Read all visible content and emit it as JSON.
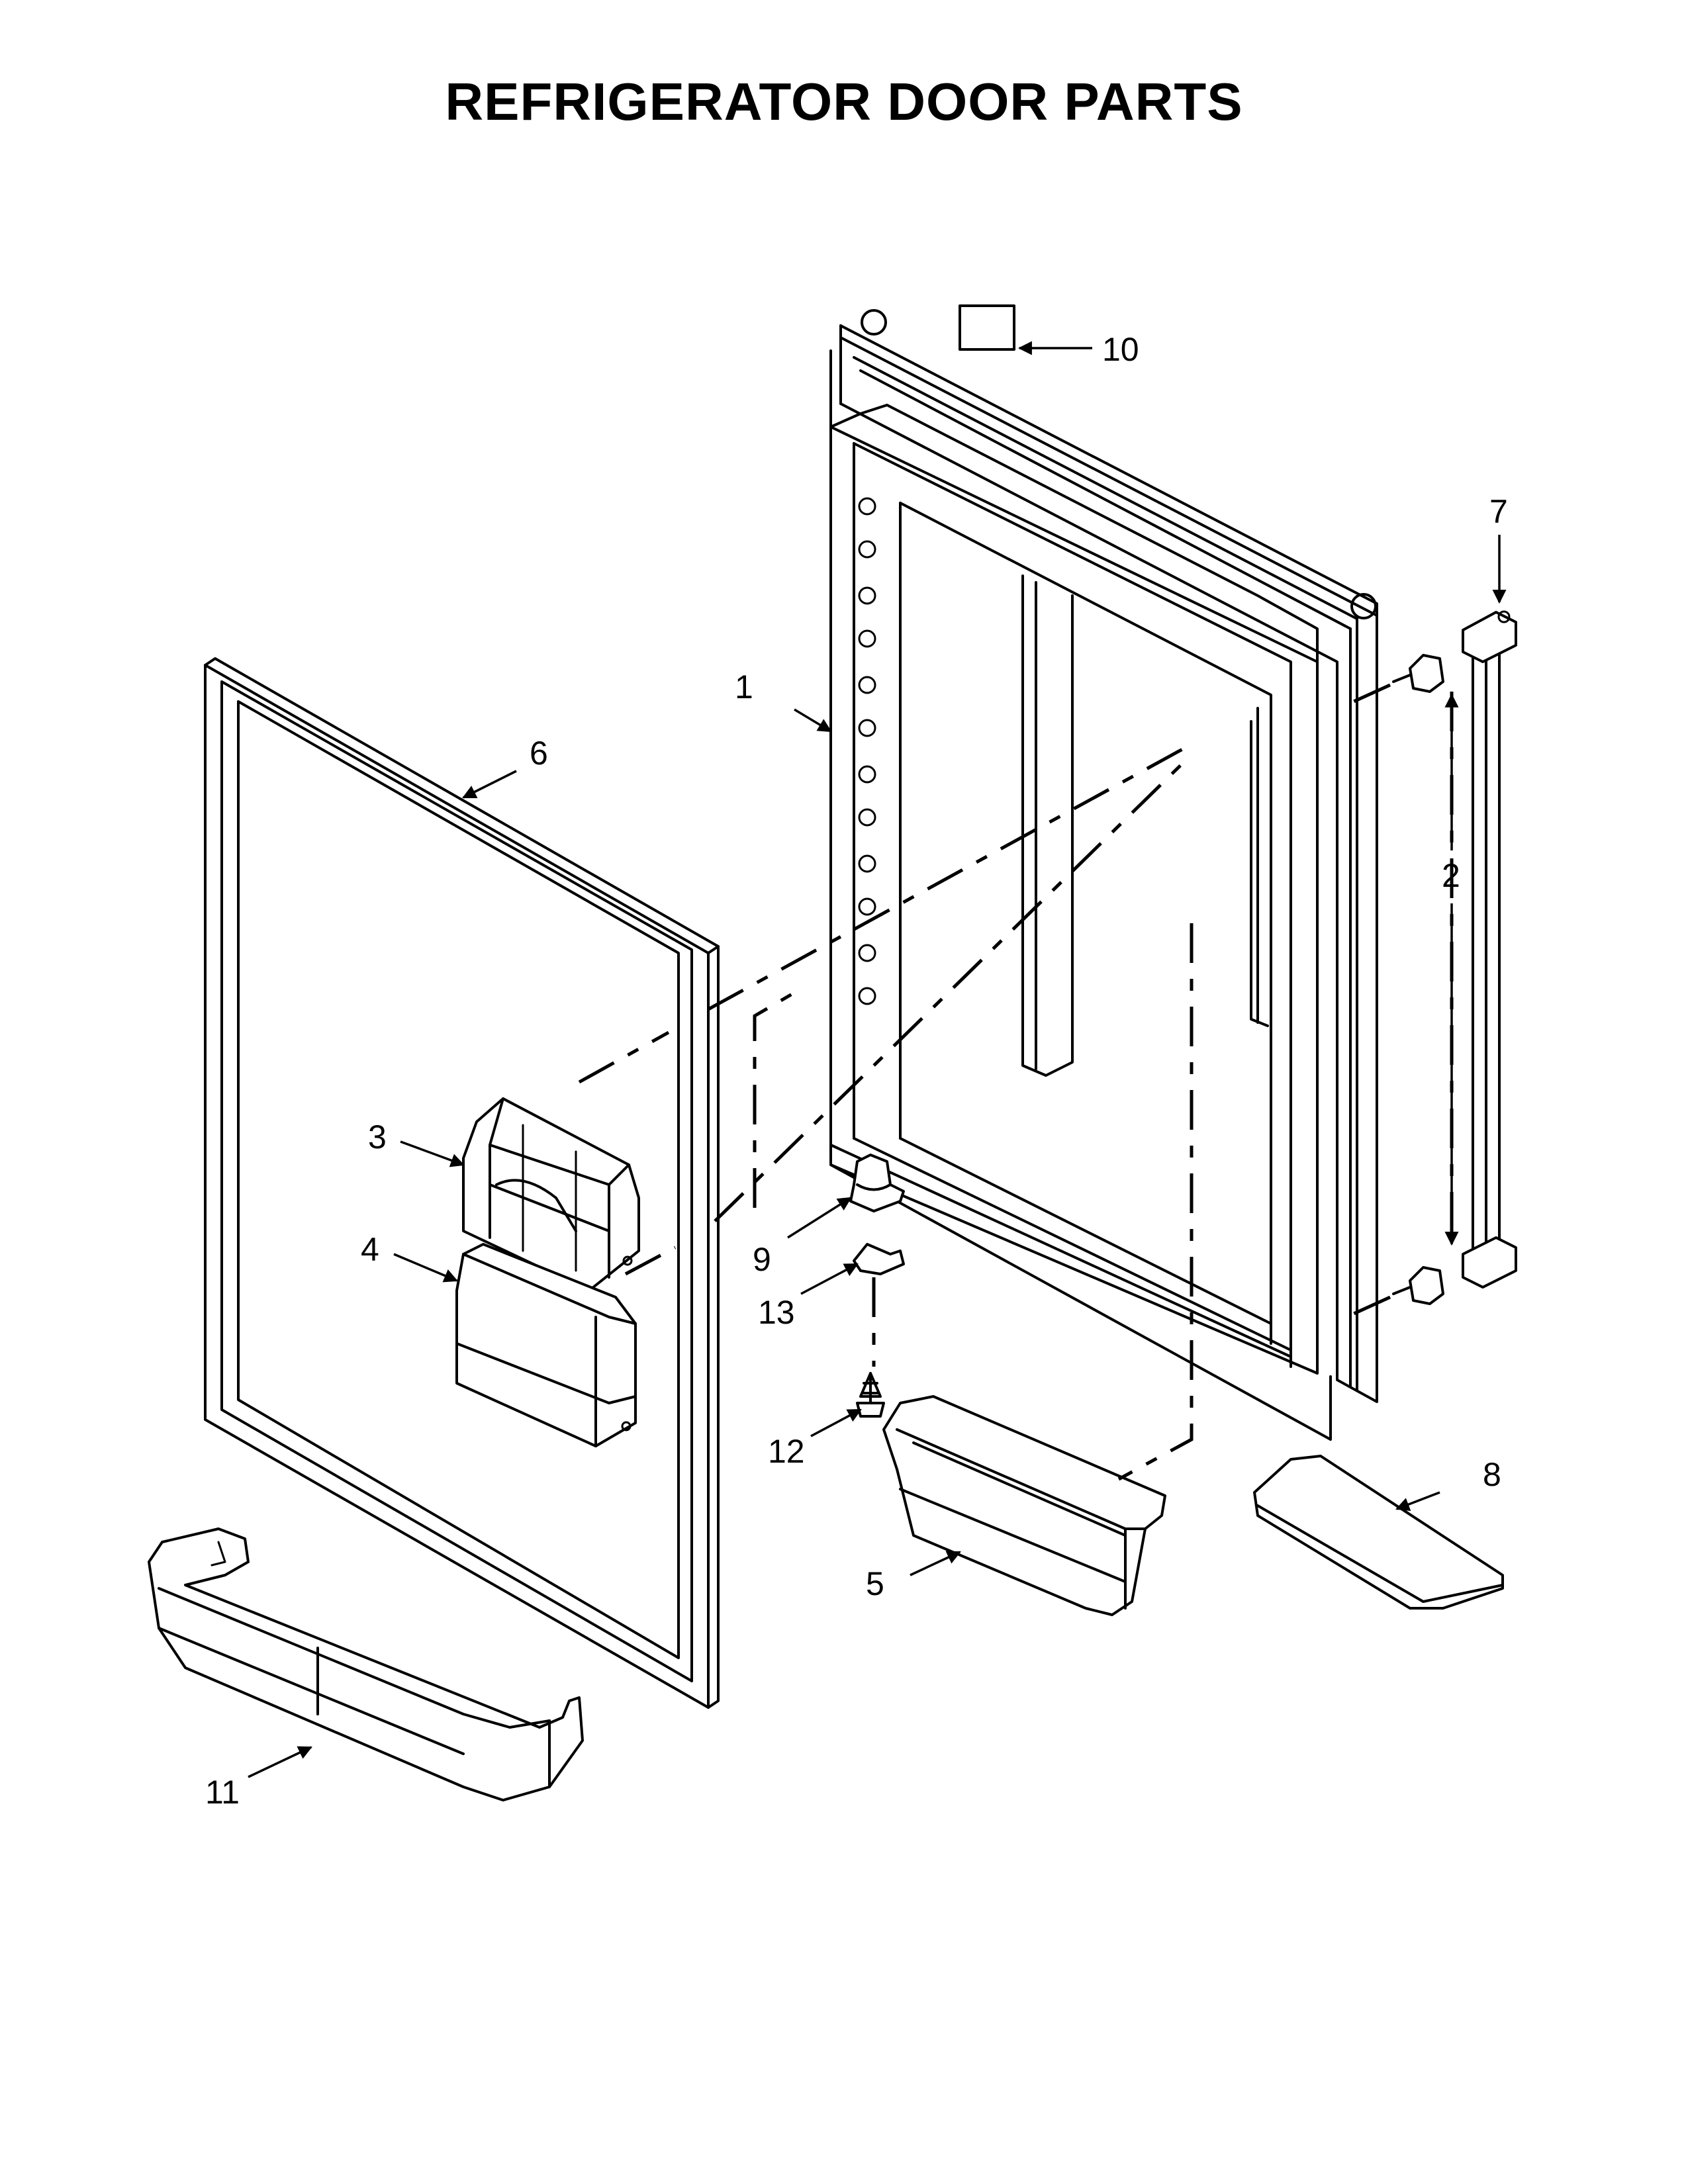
{
  "title": "REFRIGERATOR DOOR PARTS",
  "callouts": {
    "p1": "1",
    "p2": "2",
    "p3": "3",
    "p4": "4",
    "p5": "5",
    "p6": "6",
    "p7": "7",
    "p8": "8",
    "p9": "9",
    "p10": "10",
    "p11": "11",
    "p12": "12",
    "p13": "13"
  }
}
